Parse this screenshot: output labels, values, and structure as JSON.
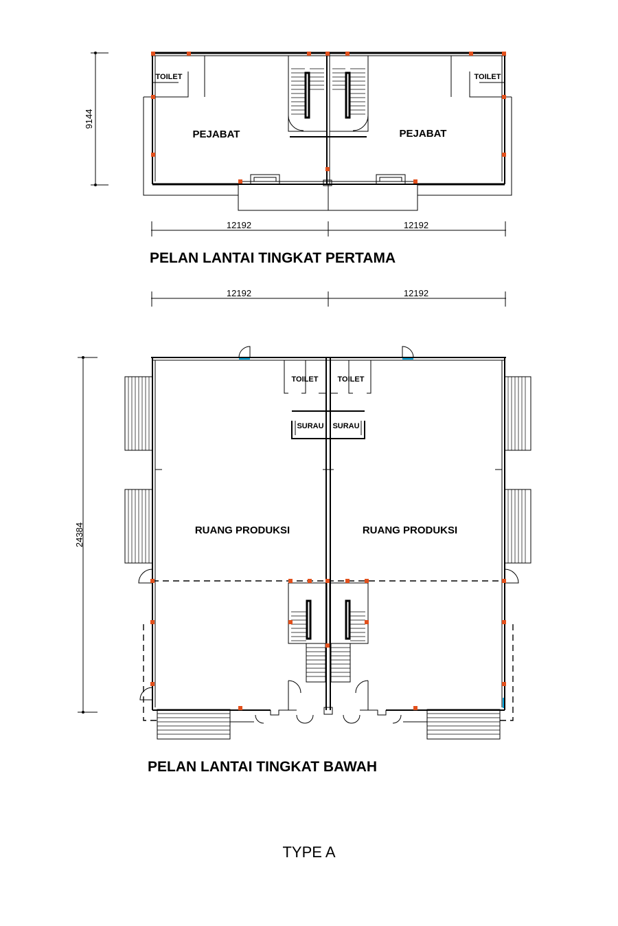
{
  "first_floor": {
    "title": "PELAN LANTAI TINGKAT PERTAMA",
    "left_office": "PEJABAT",
    "right_office": "PEJABAT",
    "left_toilet": "TOILET",
    "right_toilet": "TOILET",
    "dim_height": "9144",
    "dim_left_width": "12192",
    "dim_right_width": "12192"
  },
  "ground_floor": {
    "title": "PELAN LANTAI TINGKAT BAWAH",
    "left_production": "RUANG PRODUKSI",
    "right_production": "RUANG PRODUKSI",
    "left_toilet": "TOILET",
    "right_toilet": "TOILET",
    "left_surau": "SURAU",
    "right_surau": "SURAU",
    "dim_height": "24384",
    "dim_left_width": "12192",
    "dim_right_width": "12192"
  },
  "type_label": "TYPE A",
  "colors": {
    "column": "#e2501c",
    "glazing": "#00a9e0"
  }
}
